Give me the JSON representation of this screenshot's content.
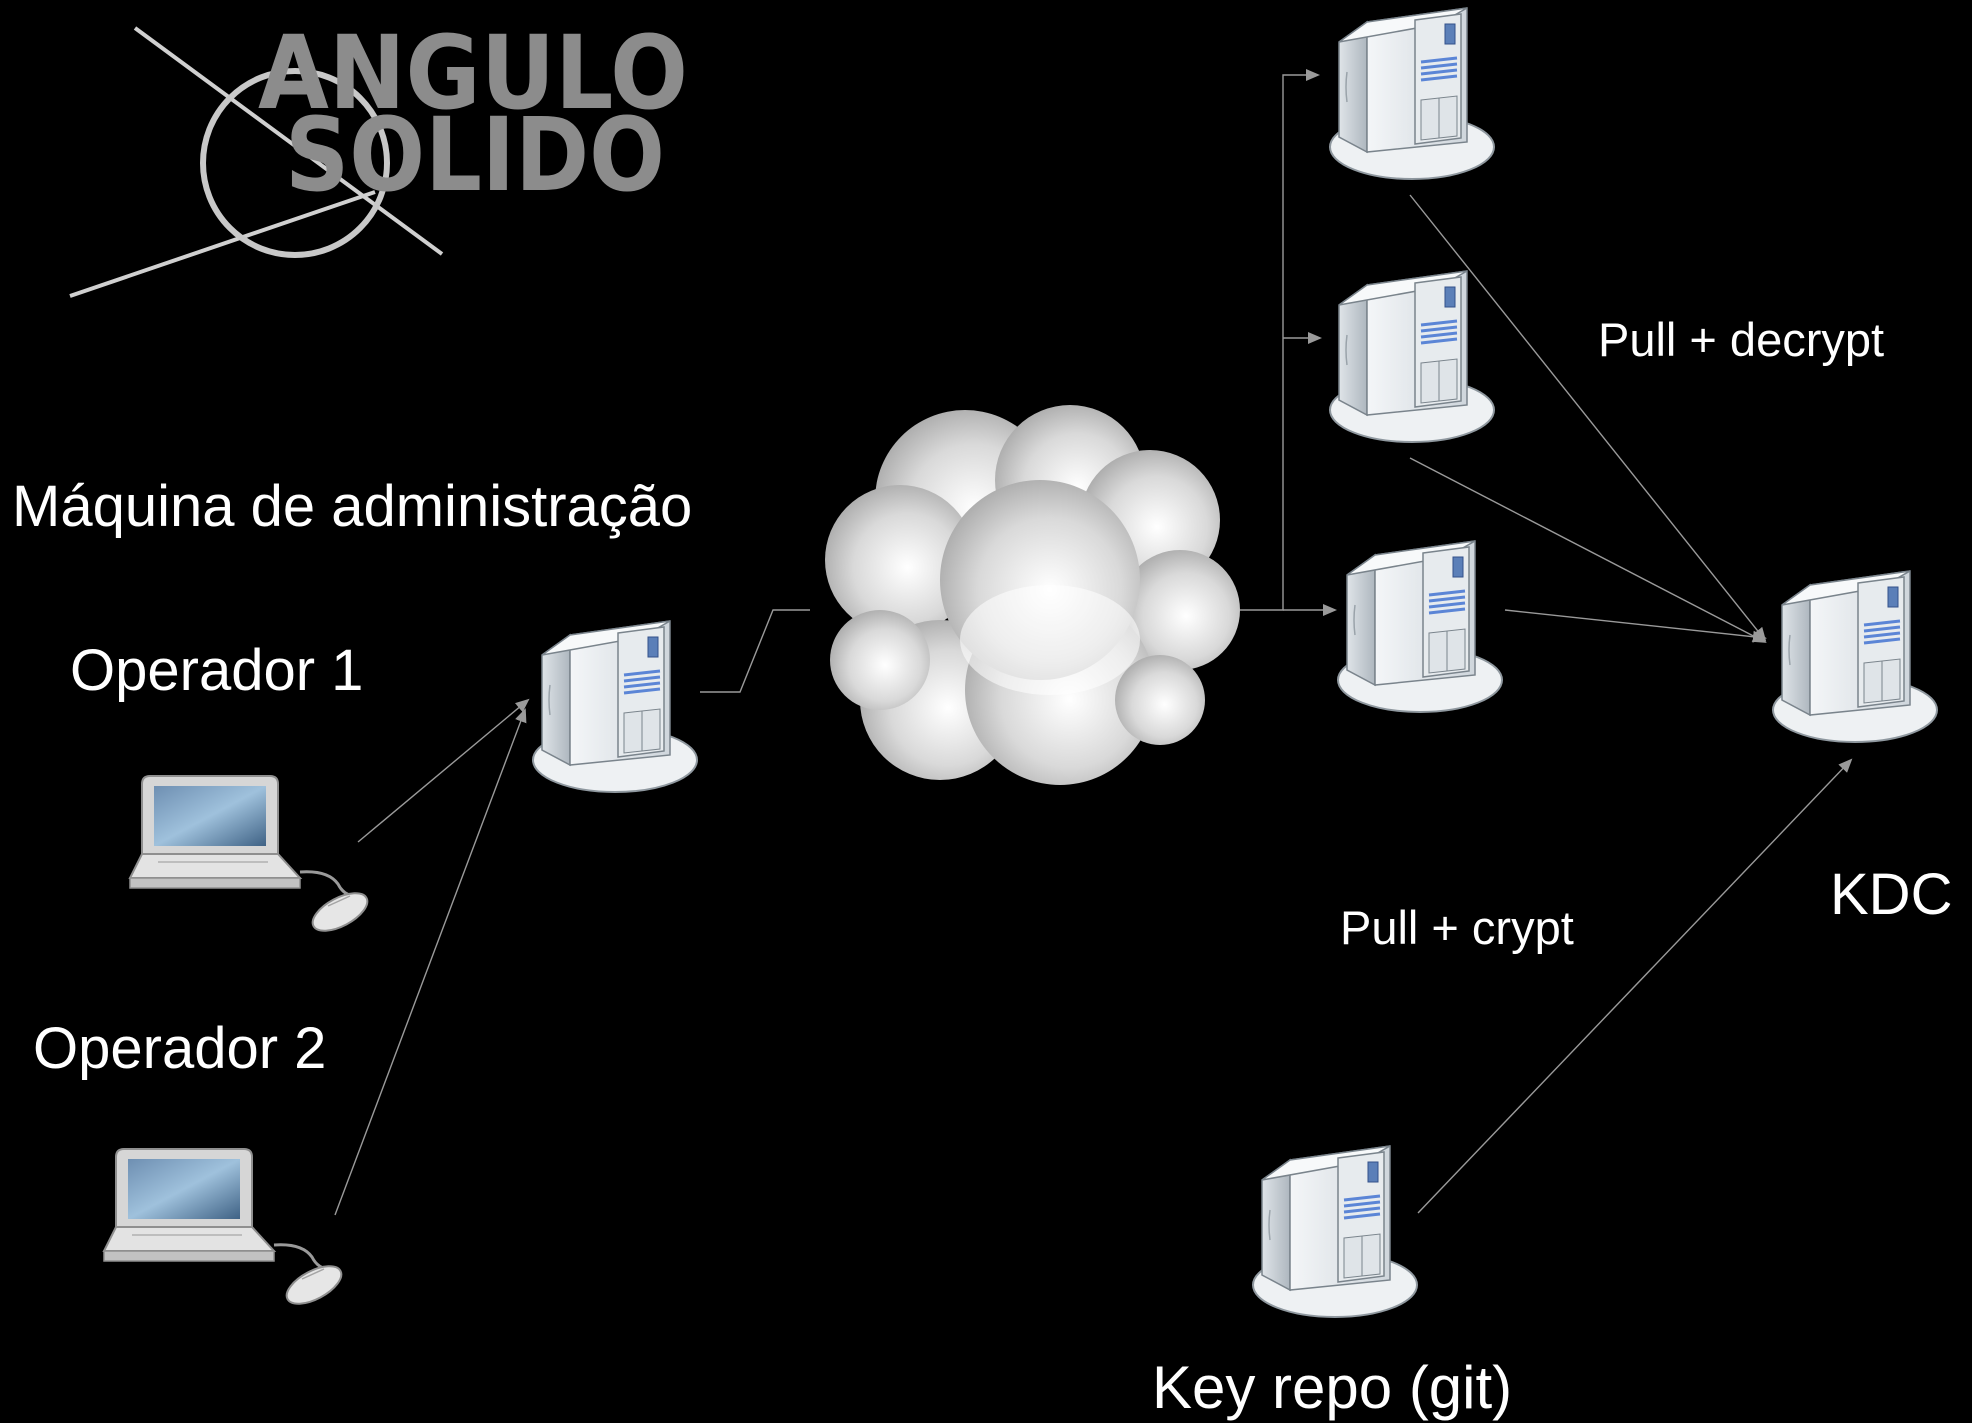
{
  "logo": {
    "line1": "ANGULO",
    "line2": "SOLIDO"
  },
  "labels": {
    "admin_machine": "Máquina de administração",
    "operator1": "Operador 1",
    "operator2": "Operador 2",
    "pull_decrypt": "Pull + decrypt",
    "pull_crypt": "Pull + crypt",
    "kdc": "KDC",
    "key_repo": "Key repo (git)"
  },
  "nodes": [
    {
      "id": "admin-server",
      "kind": "server"
    },
    {
      "id": "target-server-1",
      "kind": "server"
    },
    {
      "id": "target-server-2",
      "kind": "server"
    },
    {
      "id": "target-server-3",
      "kind": "server"
    },
    {
      "id": "kdc-server",
      "kind": "server"
    },
    {
      "id": "key-repo-server",
      "kind": "server"
    },
    {
      "id": "operator1-laptop",
      "kind": "laptop"
    },
    {
      "id": "operator2-laptop",
      "kind": "laptop"
    },
    {
      "id": "network-cloud",
      "kind": "cloud"
    }
  ],
  "edges": [
    {
      "from": "operator1-laptop",
      "to": "admin-server"
    },
    {
      "from": "operator2-laptop",
      "to": "admin-server"
    },
    {
      "from": "admin-server",
      "to": "network-cloud"
    },
    {
      "from": "network-cloud",
      "to": "target-server-1"
    },
    {
      "from": "network-cloud",
      "to": "target-server-2"
    },
    {
      "from": "network-cloud",
      "to": "target-server-3"
    },
    {
      "from": "target-server-1",
      "to": "kdc-server"
    },
    {
      "from": "target-server-2",
      "to": "kdc-server"
    },
    {
      "from": "target-server-3",
      "to": "kdc-server"
    },
    {
      "from": "key-repo-server",
      "to": "kdc-server"
    }
  ],
  "colors": {
    "background": "#000000",
    "text": "#ffffff",
    "connector": "#9a9a9a",
    "logo": "#8c8c8c"
  }
}
